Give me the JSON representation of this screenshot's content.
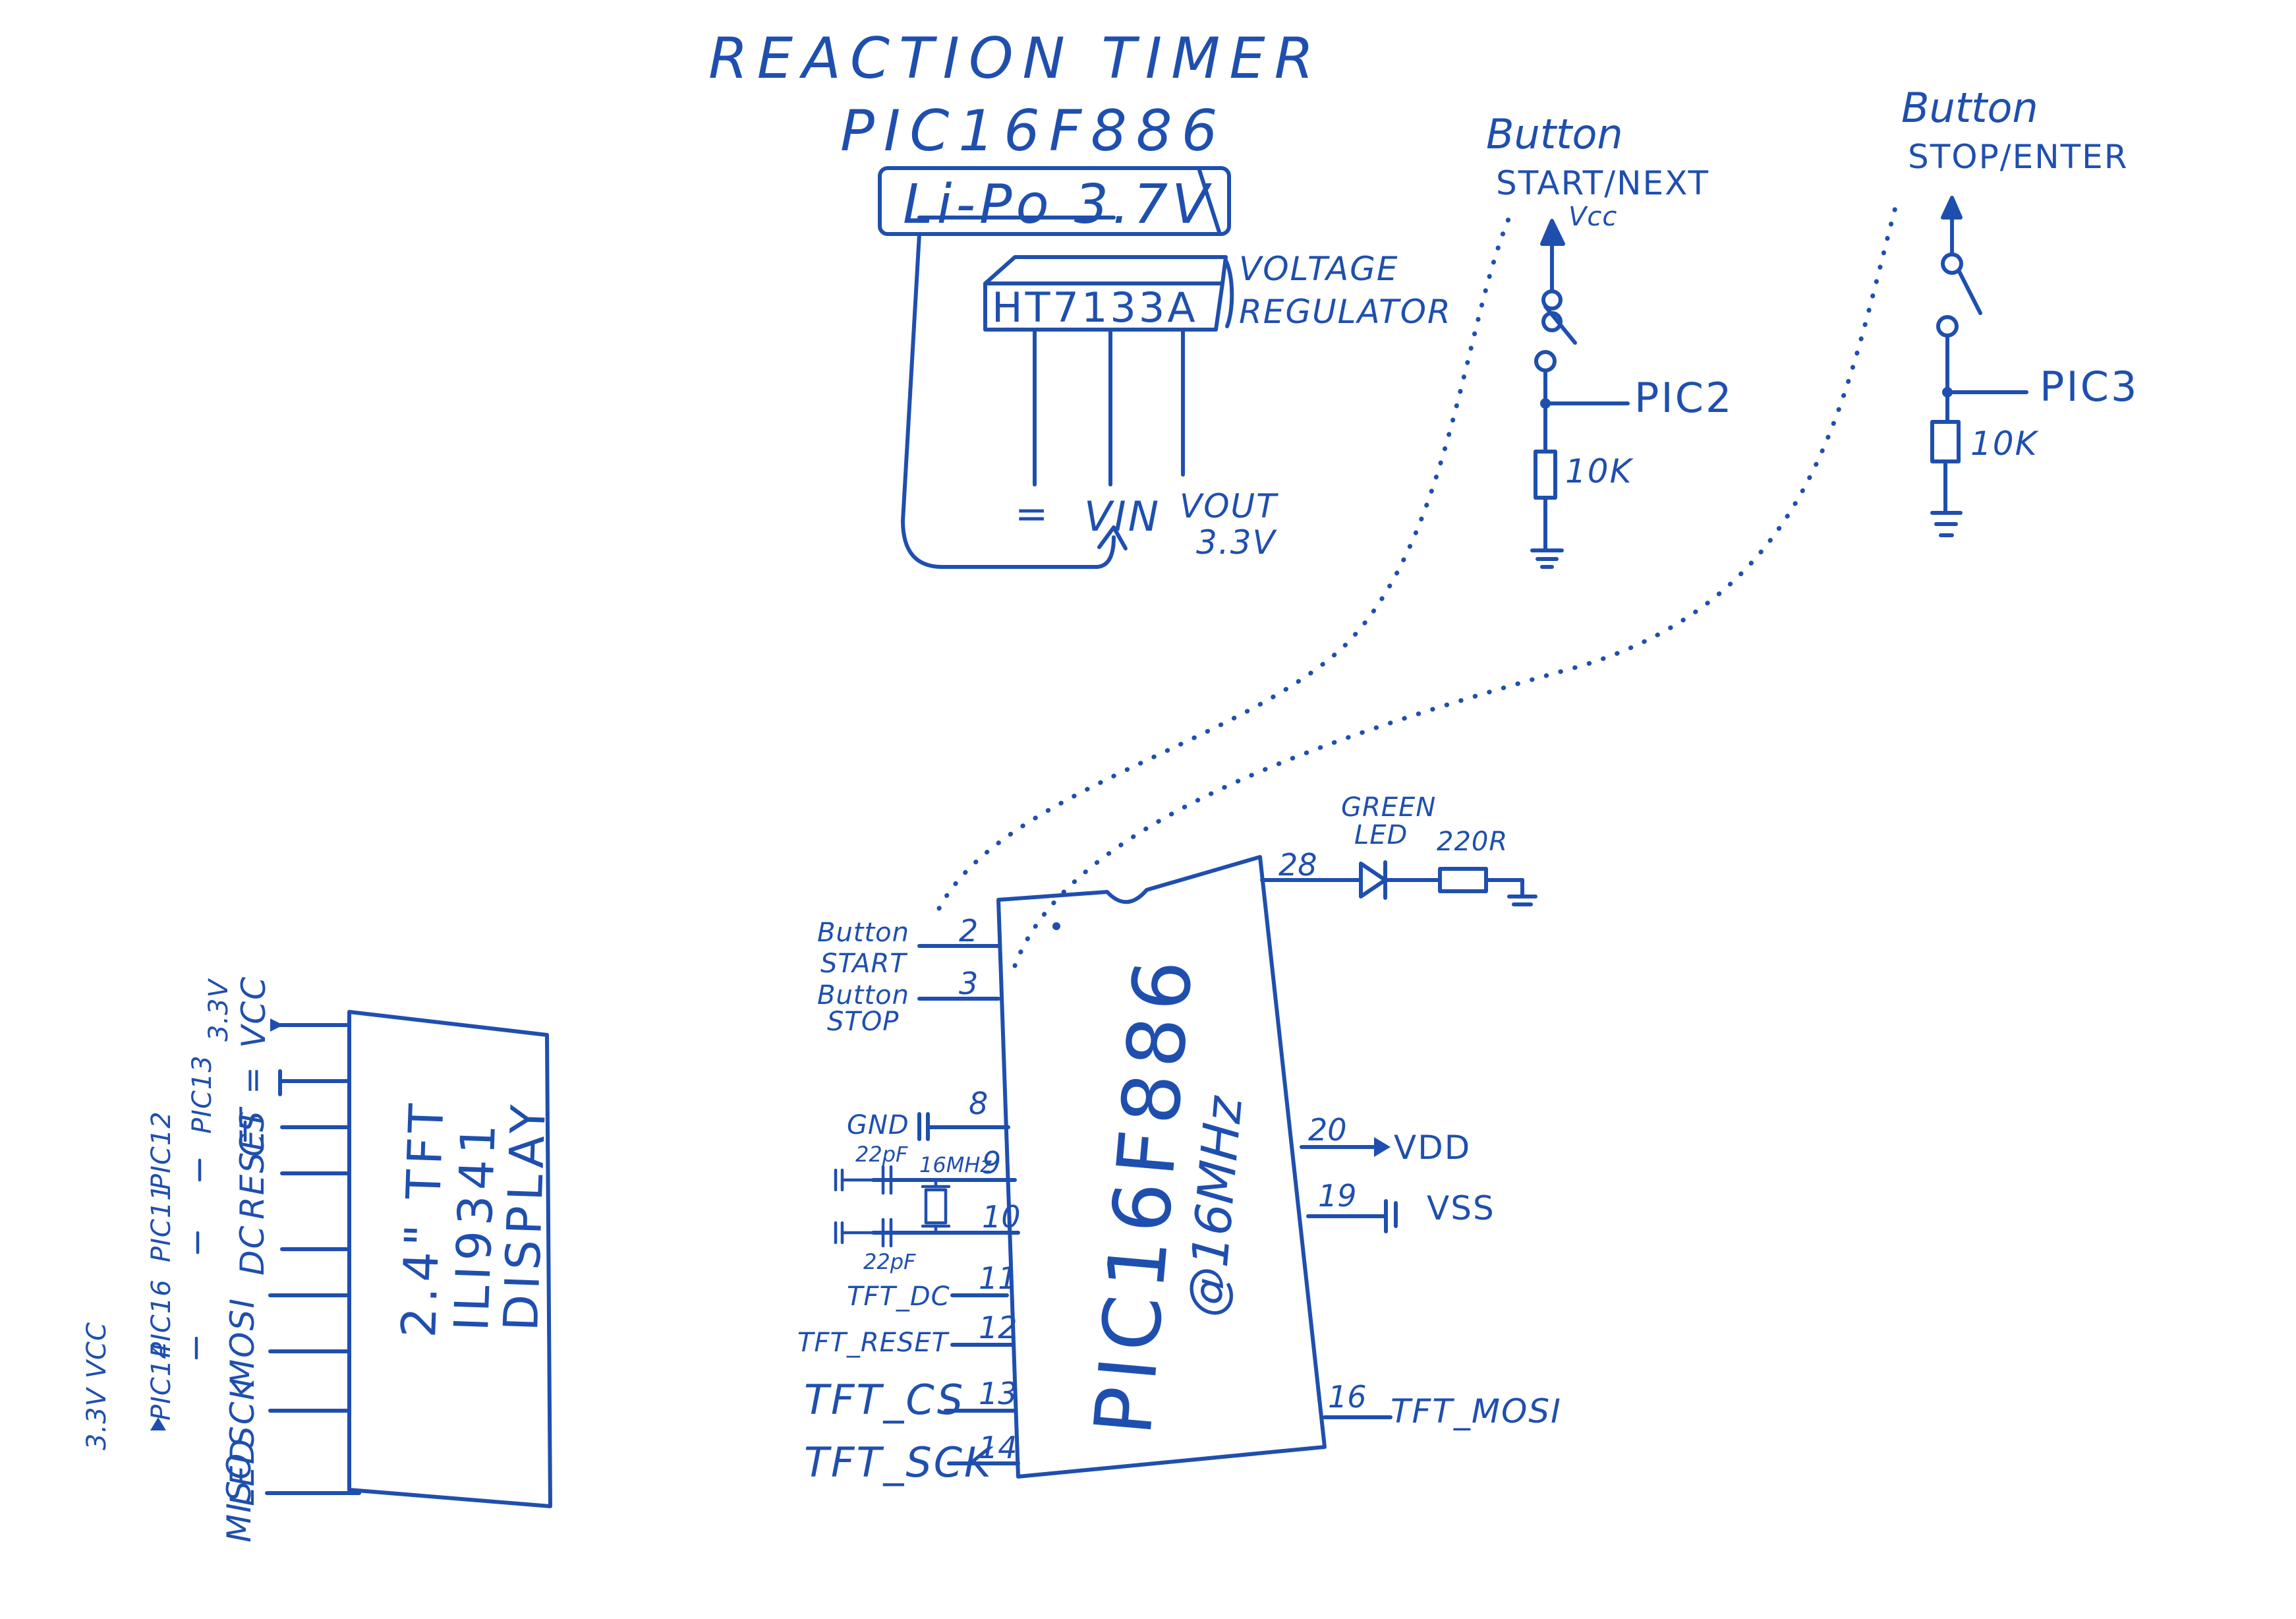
{
  "title": {
    "line1": "REACTION TIMER",
    "line2": "PIC16F886"
  },
  "battery": {
    "label": "Li-Po 3.7V"
  },
  "regulator": {
    "part": "HT7133A",
    "label_line1": "VOLTAGE",
    "label_line2": "REGULATOR",
    "pin_gnd": "=",
    "pin_vin": "VIN",
    "pin_vout_line1": "VOUT",
    "pin_vout_line2": "3.3V"
  },
  "button_start": {
    "title_line1": "Button",
    "title_line2": "START/NEXT",
    "vcc": "Vcc",
    "pic": "PIC2",
    "resistor": "10K"
  },
  "button_stop": {
    "title_line1": "Button",
    "title_line2": "STOP/ENTER",
    "pic": "PIC3",
    "resistor": "10K"
  },
  "mcu": {
    "name": "PIC16F886",
    "clock": "@16MHz",
    "left_pins": [
      {
        "num": "2",
        "label": "Button START"
      },
      {
        "num": "3",
        "label": "Button STOP"
      },
      {
        "num": "8",
        "label": "GND"
      },
      {
        "num": "9",
        "label": ""
      },
      {
        "num": "10",
        "label": ""
      },
      {
        "num": "11",
        "label": "TFT_DC"
      },
      {
        "num": "12",
        "label": "TFT_RESET"
      },
      {
        "num": "13",
        "label": "TFT_CS"
      },
      {
        "num": "14",
        "label": "TFT_SCK"
      }
    ],
    "right_pins": [
      {
        "num": "28",
        "label": ""
      },
      {
        "num": "20",
        "label": "VDD"
      },
      {
        "num": "19",
        "label": "VSS"
      },
      {
        "num": "16",
        "label": "TFT_MOSI"
      }
    ],
    "crystal": "16MHz",
    "cap_top": "22pF",
    "cap_bottom": "22pF",
    "led_line1": "GREEN",
    "led_line2": "LED",
    "led_resistor": "220R"
  },
  "display": {
    "line1": "2.4\" TFT",
    "line2": "ILI9341",
    "line3": "DISPLAY",
    "pins": [
      {
        "signal": "VCC",
        "conn": "3.3V"
      },
      {
        "signal": "=",
        "conn": ""
      },
      {
        "signal": "CS",
        "conn": "PIC13"
      },
      {
        "signal": "RESET",
        "conn": "PIC12"
      },
      {
        "signal": "DC",
        "conn": "PIC11"
      },
      {
        "signal": "MOSI",
        "conn": "PIC16"
      },
      {
        "signal": "SCK",
        "conn": "PIC14"
      },
      {
        "signal": "LED",
        "conn": "3.3V VCC"
      },
      {
        "signal": "MISO",
        "conn": ""
      }
    ]
  },
  "colors": {
    "ink": "#1f4fae",
    "paper": "#ffffff"
  }
}
